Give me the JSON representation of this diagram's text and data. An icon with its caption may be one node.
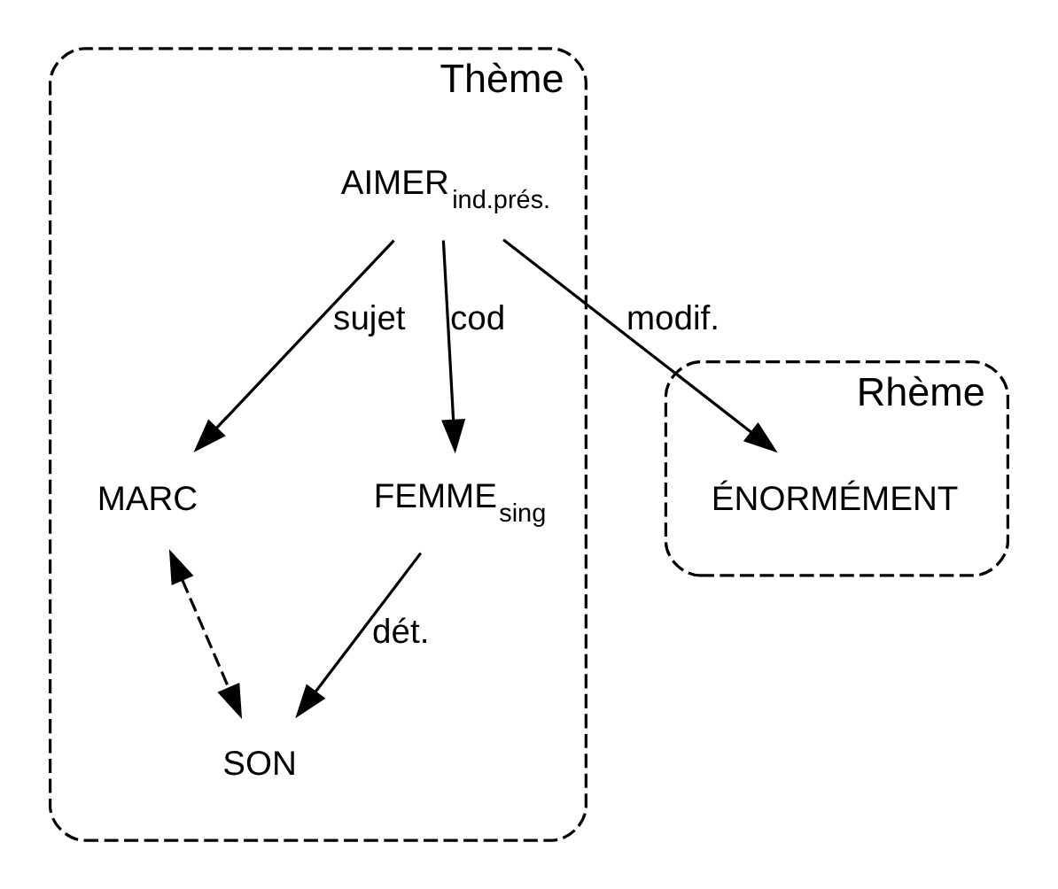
{
  "diagram": {
    "nodes": [
      {
        "text": [
          "Rhème"
        ]
      },
      {
        "text": [
          "ÉNORMÉMENT"
        ],
        "in": 0
      },
      {
        "text": [
          "Thème"
        ]
      },
      {
        "text": [
          "AIMER",
          "ind.prés."
        ],
        "in": 2
      },
      {
        "text": [
          "MARC"
        ],
        "in": 2
      },
      {
        "text": [
          "FEMME",
          "sing"
        ],
        "in": 2
      },
      {
        "text": [
          "SON"
        ],
        "in": 2
      }
    ],
    "edges": [
      {
        "from": 3,
        "to": 1,
        "arrow": "to",
        "label": "modif."
      },
      {
        "from": 3,
        "to": 4,
        "arrow": "to",
        "label": "sujet"
      },
      {
        "from": 3,
        "to": 5,
        "arrow": "to",
        "label": "cod"
      },
      {
        "from": 5,
        "to": 6,
        "arrow": "to",
        "label": "dét."
      },
      {
        "from": 4,
        "to": 6,
        "arrow": "both",
        "style": "dashed"
      }
    ]
  }
}
